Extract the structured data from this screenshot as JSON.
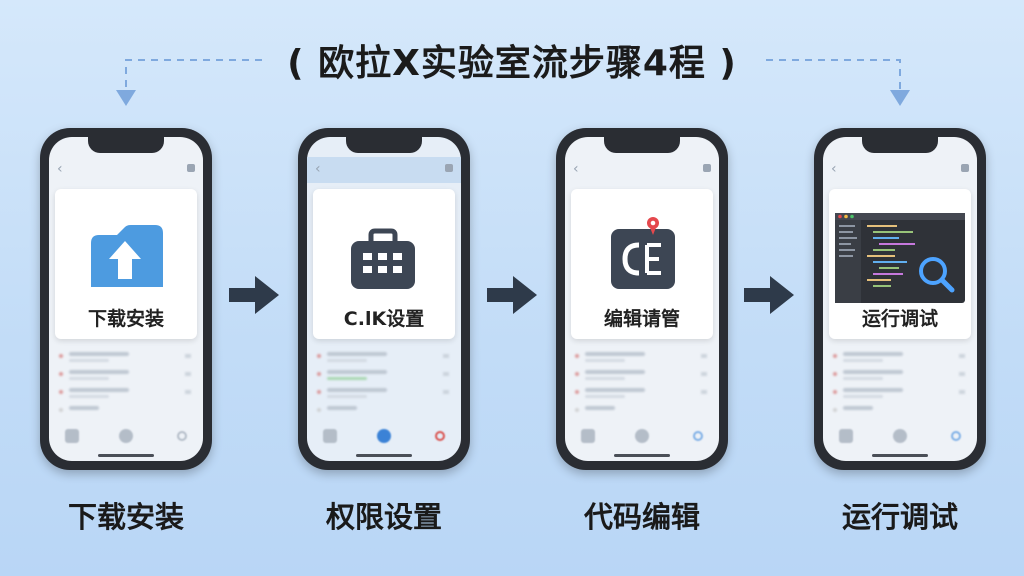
{
  "title": "( 欧拉X实验室流步骤4程 )",
  "steps": [
    {
      "card_label": "下载安装",
      "caption": "下载安装",
      "icon": "cloud-upload-icon"
    },
    {
      "card_label": "C.lK设置",
      "caption": "权限设置",
      "icon": "toolbox-icon"
    },
    {
      "card_label": "编辑请管",
      "caption": "代码编辑",
      "icon": "code-editor-icon"
    },
    {
      "card_label": "运行调试",
      "caption": "运行调试",
      "icon": "debug-search-icon"
    }
  ],
  "colors": {
    "background": "#c7dff8",
    "phone_frame": "#2a2d33",
    "arrow": "#2e3a4a",
    "dashed": "#7fa9de",
    "cloud": "#4d9be0"
  }
}
